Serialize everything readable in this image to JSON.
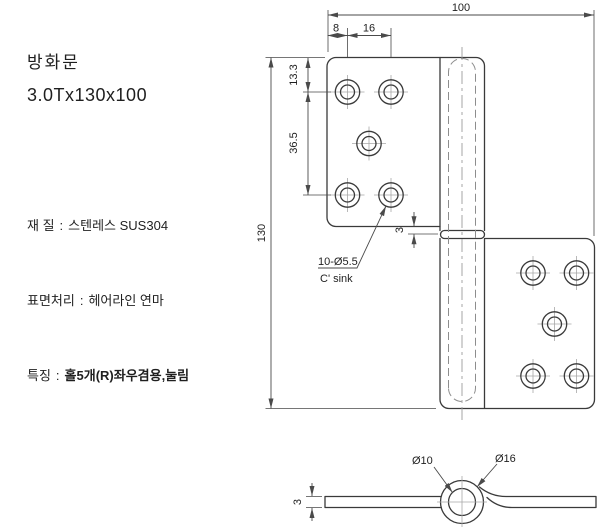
{
  "product": {
    "title": "방화문",
    "size": "3.0Tx130x100"
  },
  "specs": [
    {
      "label": "재 질",
      "sep": ":",
      "value": "스텐레스 SUS304"
    },
    {
      "label": "표면처리",
      "sep": ":",
      "value": "헤어라인 연마"
    },
    {
      "label": "특징",
      "sep": ":",
      "value": "홀5개(R)좌우겸용,눌림"
    }
  ],
  "front_view": {
    "dim_width": "100",
    "dim_hole_offset_x": "8",
    "dim_hole_pitch_x": "16",
    "dim_hole_offset_y": "13.3",
    "dim_hole_pitch_y": "36.5",
    "dim_height": "130",
    "dim_knuckle_gap": "3",
    "hole_callout_line1": "10-Ø5.5",
    "hole_callout_line2": "C' sink"
  },
  "side_view": {
    "dim_thickness": "3",
    "dim_pin_diameter": "Ø10",
    "dim_barrel_diameter": "Ø16"
  },
  "colors": {
    "background": "#ffffff",
    "outline": "#3a3a3a",
    "dimension": "#4a4a4a",
    "hidden_line": "#8d8d8d",
    "centerline": "#9b9b9b",
    "text": "#1f1f1f"
  }
}
